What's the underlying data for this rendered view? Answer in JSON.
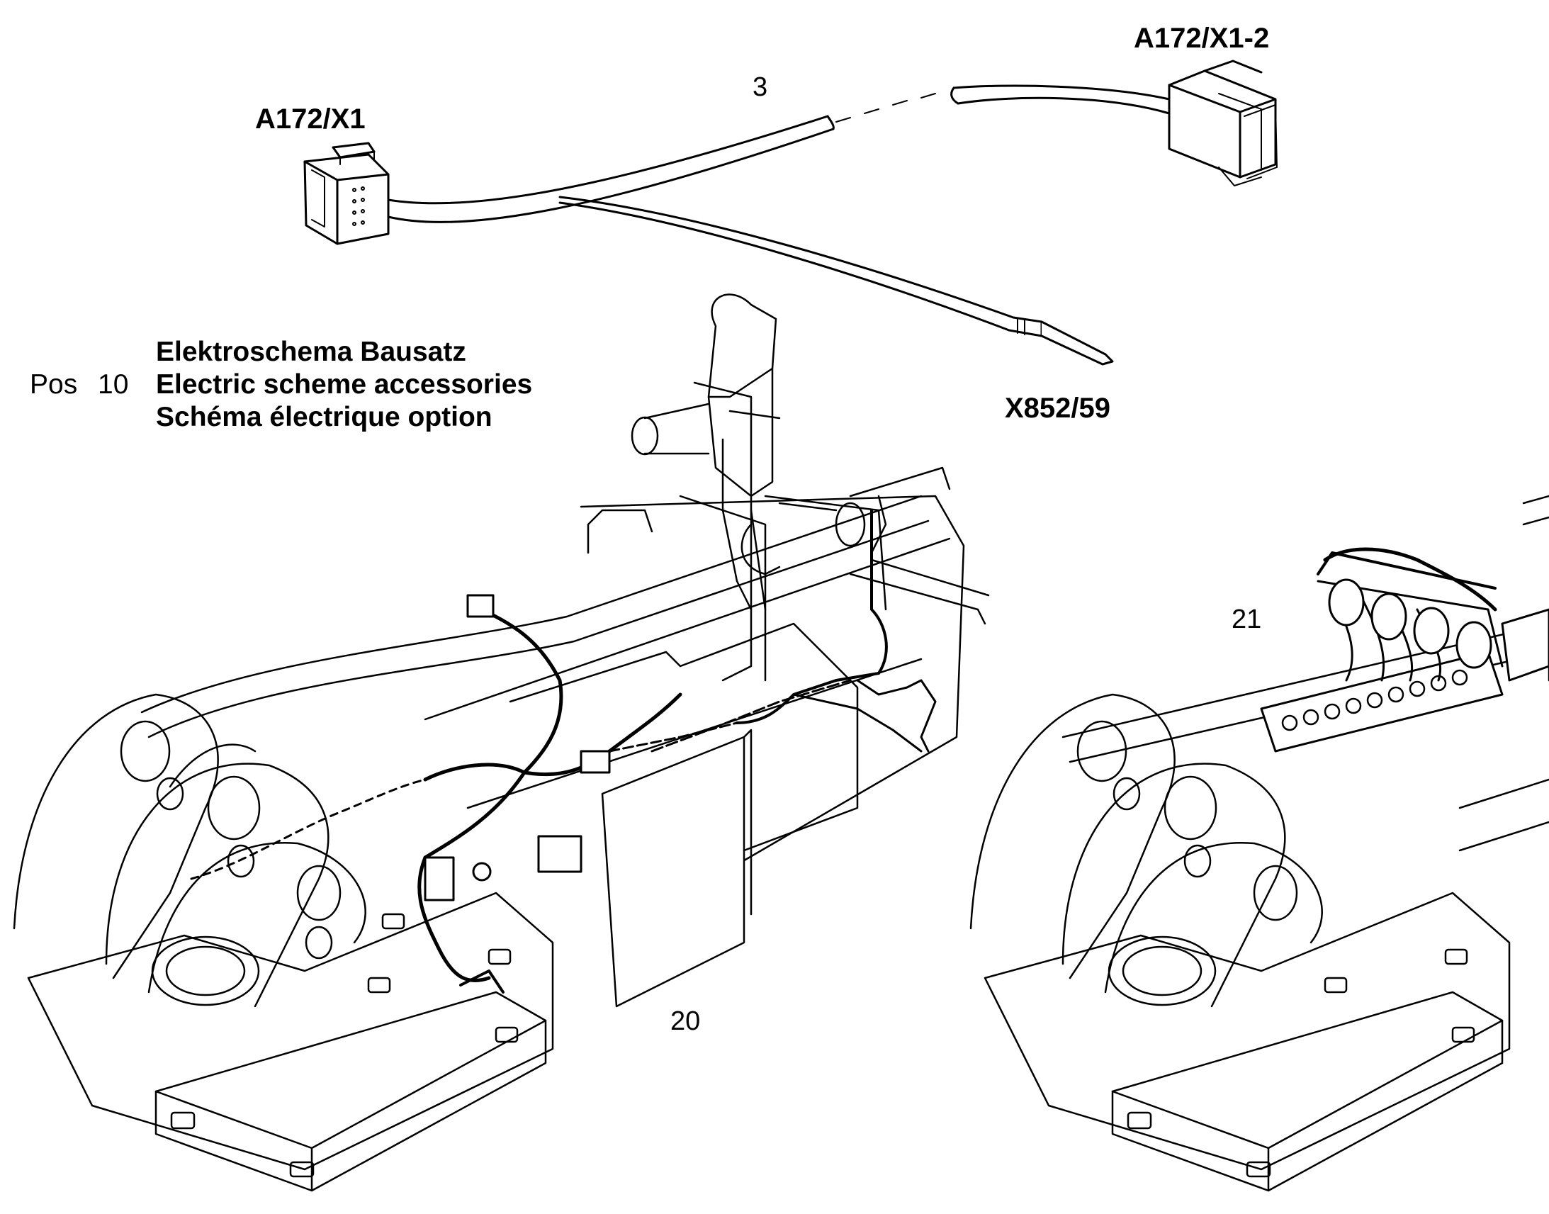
{
  "labels": {
    "connector_left": "A172/X1",
    "connector_right": "A172/X1-2",
    "connector_bottom": "X852/59",
    "item_cable": "3",
    "item_harness": "20",
    "item_valve_block": "21"
  },
  "legend": {
    "prefix": "Pos",
    "position": "10",
    "line_de": "Elektroschema Bausatz",
    "line_en": "Electric scheme accessories",
    "line_fr": "Schéma électrique option"
  },
  "colors": {
    "ink": "#000000",
    "paper": "#ffffff"
  }
}
